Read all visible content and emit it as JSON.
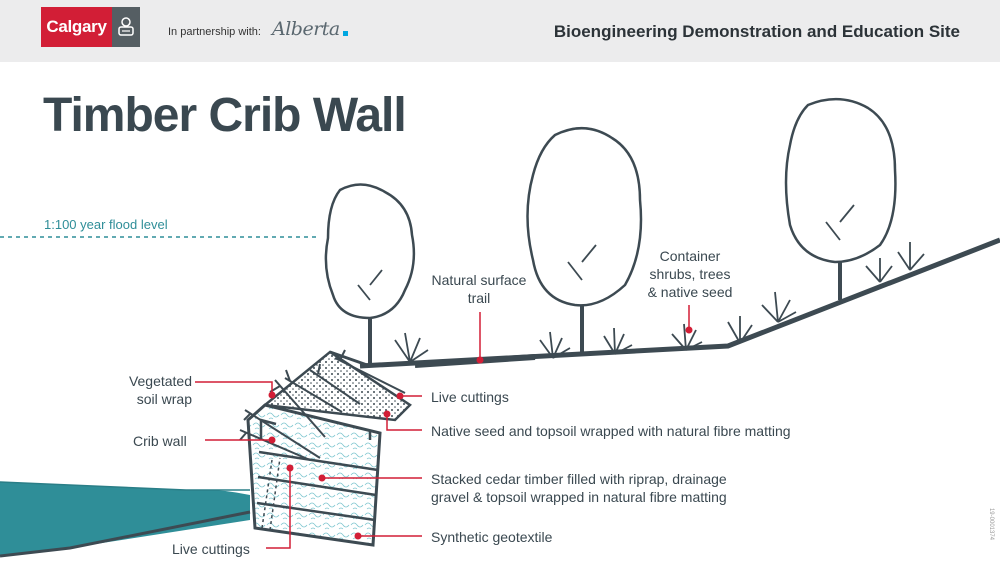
{
  "header": {
    "brand_name": "Calgary",
    "partner_text": "In partnership with:",
    "partner_name": "Alberta",
    "site_title": "Bioengineering Demonstration and Education Site"
  },
  "diagram": {
    "title": "Timber Crib Wall",
    "flood_level_label": "1:100 year flood level",
    "labels": {
      "natural_trail_1": "Natural surface",
      "natural_trail_2": "trail",
      "container_1": "Container",
      "container_2": "shrubs, trees",
      "container_3": "& native seed",
      "veg_soil_1": "Vegetated",
      "veg_soil_2": "soil wrap",
      "crib_wall": "Crib wall",
      "live_cuttings_top": "Live cuttings",
      "native_seed": "Native seed and topsoil wrapped with natural fibre matting",
      "stacked_cedar_1": "Stacked cedar timber filled with riprap, drainage",
      "stacked_cedar_2": "gravel & topsoil wrapped in natural fibre matting",
      "geotextile": "Synthetic geotextile",
      "live_cuttings_bottom": "Live cuttings"
    },
    "doc_code": "19-0001374"
  },
  "colors": {
    "brand_red": "#d21e36",
    "ground": "#3d4a52",
    "water": "#2f8e98",
    "callout": "#d21e36"
  }
}
